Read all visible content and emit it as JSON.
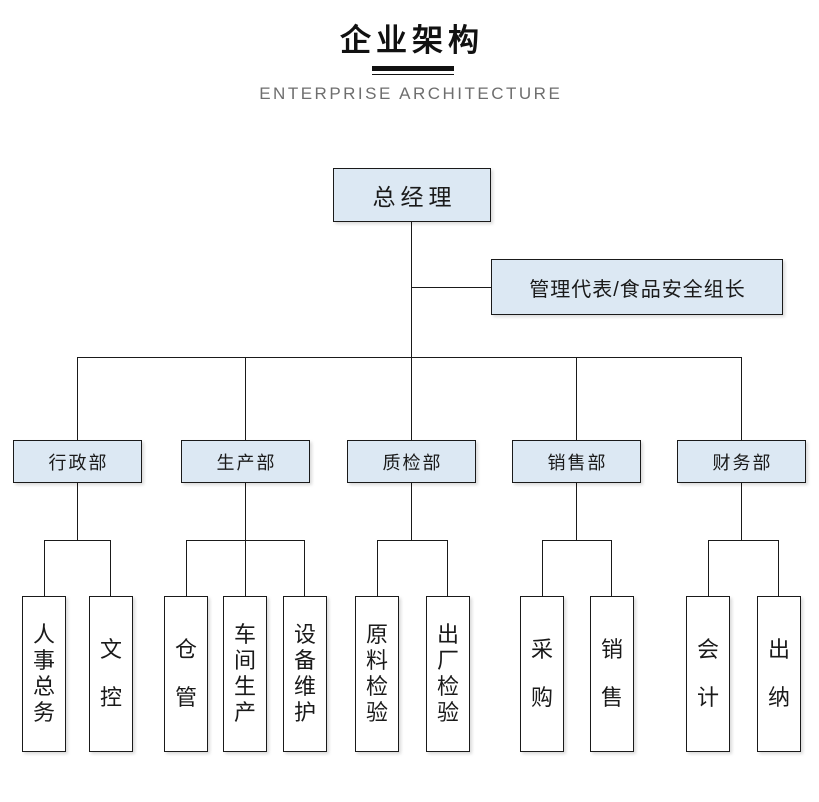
{
  "header": {
    "title": "企业架构",
    "subtitle": "ENTERPRISE ARCHITECTURE"
  },
  "colors": {
    "box_fill": "#dce8f3",
    "unit_box_fill": "#ffffff",
    "box_border": "#1a1a1a",
    "connector": "#1a1a1a",
    "title_text": "#111111",
    "subtitle_text": "#6e6e6e"
  },
  "org": {
    "root": {
      "label": "总经理"
    },
    "staff": {
      "label": "管理代表/食品安全组长"
    },
    "departments": [
      {
        "label": "行政部",
        "children": [
          "人事总务",
          "文控"
        ]
      },
      {
        "label": "生产部",
        "children": [
          "仓管",
          "车间生产",
          "设备维护"
        ]
      },
      {
        "label": "质检部",
        "children": [
          "原料检验",
          "出厂检验"
        ]
      },
      {
        "label": "销售部",
        "children": [
          "采购",
          "销售"
        ]
      },
      {
        "label": "财务部",
        "children": [
          "会计",
          "出纳"
        ]
      }
    ]
  }
}
